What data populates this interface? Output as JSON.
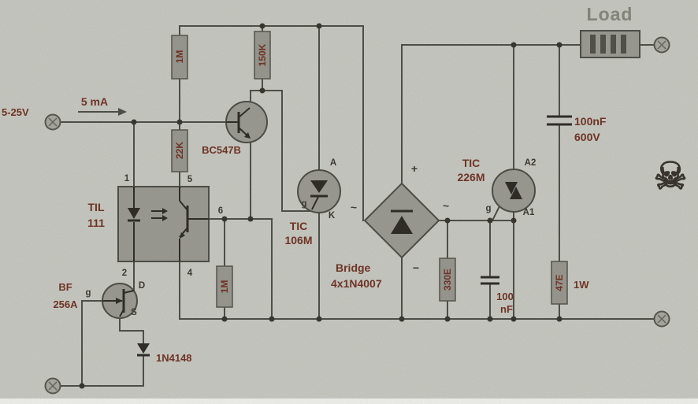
{
  "schematic": {
    "colors": {
      "background": "#c8c9c2",
      "wire": "#4c4c46",
      "label": "#6e3022",
      "pin_text": "#3a362f",
      "component_fill": "#9a9a92"
    }
  },
  "power": {
    "input_voltage": "5-25V",
    "input_current": "5 mA"
  },
  "load": {
    "label": "Load"
  },
  "resistors": {
    "r1": "1M",
    "r2": "150K",
    "r3": "22K",
    "r4": "1M",
    "r5": "330E",
    "r6": "47E",
    "r6_power": "1W"
  },
  "capacitors": {
    "c1_value": "100",
    "c1_unit": "nF",
    "c2_value": "100nF",
    "c2_rating": "600V"
  },
  "semiconductors": {
    "transistor": "BC547B",
    "opto_name": "TIL",
    "opto_number": "111",
    "jfet_name": "BF",
    "jfet_number": "256A",
    "diode": "1N4148",
    "scr_name": "TIC",
    "scr_number": "106M",
    "triac_name": "TIC",
    "triac_number": "226M",
    "bridge_name": "Bridge",
    "bridge_type": "4x1N4007"
  },
  "pins": {
    "opto": {
      "p1": "1",
      "p2": "2",
      "p4": "4",
      "p5": "5",
      "p6": "6"
    },
    "jfet": {
      "g": "g",
      "d": "D",
      "s": "S"
    },
    "scr": {
      "a": "A",
      "k": "K",
      "g": "g"
    },
    "triac": {
      "a2": "A2",
      "a1": "A1",
      "g": "g"
    },
    "bridge": {
      "plus": "+",
      "minus": "−",
      "ac_left": "~",
      "ac_right": "~"
    }
  },
  "symbols": {
    "danger": "☠"
  }
}
